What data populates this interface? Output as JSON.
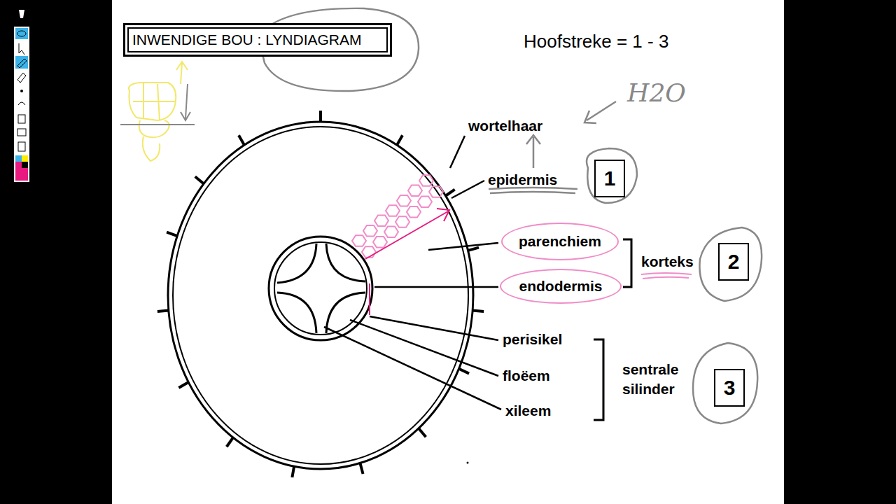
{
  "diagram": {
    "title": "INWENDIGE BOU : LYNDIAGRAM",
    "nodes": [
      {
        "text": [
          "1"
        ]
      },
      {
        "text": [
          "parenchiem"
        ]
      },
      {
        "text": [
          "endodermis"
        ]
      },
      {
        "text": [
          "2"
        ]
      },
      {
        "text": [
          "3"
        ]
      }
    ],
    "labels": [
      "Hoofstreke = 1 - 3",
      "H2O",
      "wortelhaar",
      "epidermis",
      "korteks",
      "perisikel",
      "floëem",
      "xileem",
      "sentrale silinder"
    ]
  }
}
